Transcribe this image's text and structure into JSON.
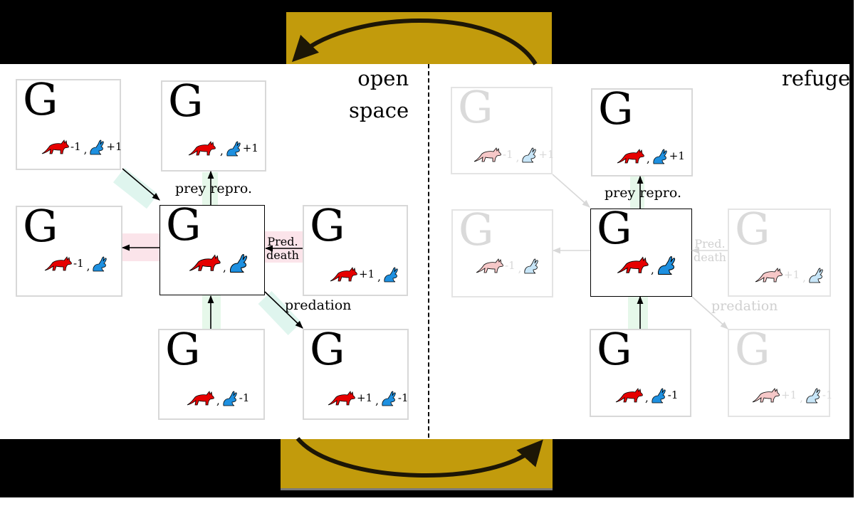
{
  "colors": {
    "predator": "#e60000",
    "prey": "#1e90e0",
    "gold": "#c29b0c",
    "faded_predator": "#f6c8c8",
    "faded_prey": "#c8e6f8"
  },
  "icons": {
    "predator": "fox-icon",
    "prey": "rabbit-icon"
  },
  "top_cut_text": "",
  "regions": {
    "open": {
      "line1": "open",
      "line2": "space"
    },
    "refuge": {
      "label": "refuge"
    }
  },
  "glyph": "G",
  "comma": ",",
  "labels": {
    "prey_repro": "prey repro.",
    "pred_death_1": "Pred.",
    "pred_death_2": "death",
    "predation": "predation"
  },
  "open_boxes": {
    "top_left": {
      "fox": "-1",
      "rabbit": "+1"
    },
    "top": {
      "fox": "",
      "rabbit": "+1"
    },
    "left": {
      "fox": "-1",
      "rabbit": ""
    },
    "center": {
      "fox": "",
      "rabbit": ""
    },
    "right": {
      "fox": "+1",
      "rabbit": ""
    },
    "bottom": {
      "fox": "",
      "rabbit": "-1"
    },
    "bottom_right": {
      "fox": "+1",
      "rabbit": "-1"
    }
  },
  "refuge_boxes": {
    "top_left": {
      "fox": "-1",
      "rabbit": "+1"
    },
    "top": {
      "fox": "",
      "rabbit": "+1"
    },
    "left": {
      "fox": "-1",
      "rabbit": ""
    },
    "center": {
      "fox": "",
      "rabbit": ""
    },
    "right": {
      "fox": "+1",
      "rabbit": ""
    },
    "bottom": {
      "fox": "",
      "rabbit": "-1"
    },
    "bottom_right": {
      "fox": "+1",
      "rabbit": "-1"
    }
  }
}
